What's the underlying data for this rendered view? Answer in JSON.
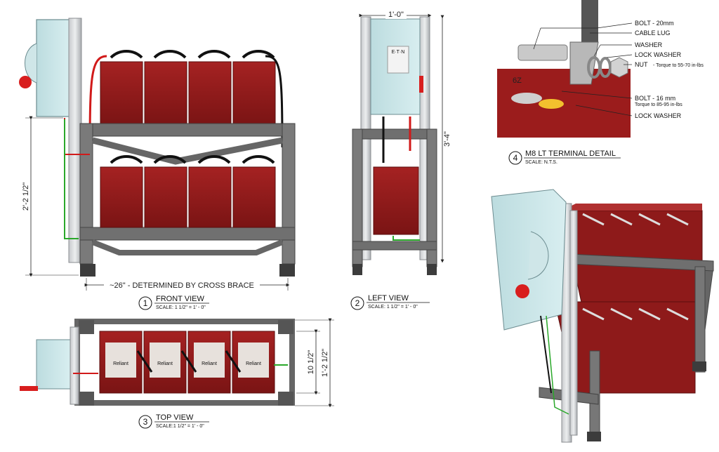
{
  "views": {
    "front": {
      "number": "1",
      "title": "FRONT VIEW",
      "scale": "SCALE: 1 1/2\" = 1' - 0\""
    },
    "left": {
      "number": "2",
      "title": "LEFT VIEW",
      "scale": "SCALE: 1 1/2\" = 1' - 0\""
    },
    "top": {
      "number": "3",
      "title": "TOP VIEW",
      "scale": "SCALE:1 1/2\" = 1' - 0\""
    },
    "detail": {
      "number": "4",
      "title": "M8 LT TERMINAL DETAIL",
      "scale": "SCALE: N.T.S."
    }
  },
  "dimensions": {
    "front_height": "2'-2 1/2\"",
    "front_width": "~26\" - DETERMINED BY CROSS BRACE",
    "left_width": "1'-0\"",
    "left_height": "3'-4\"",
    "top_inner": "10 1/2\"",
    "top_outer": "1'-2 1/2\""
  },
  "callouts": {
    "bolt_20": "BOLT - 20mm",
    "cable_lug": "CABLE LUG",
    "washer": "WASHER",
    "lock_washer_1": "LOCK WASHER",
    "nut": "NUT",
    "nut_torque": "- Torque to 55-70 in-lbs",
    "bolt_16": "BOLT - 16 mm",
    "bolt_16_torque": "Torque to 85-95 in-lbs",
    "lock_washer_2": "LOCK WASHER"
  },
  "labels": {
    "brand": "E·T·N",
    "battery_brand": "Reliant",
    "terminal_mark": "6Z"
  },
  "colors": {
    "battery": "#8e1a1a",
    "battery_dark": "#6a1010",
    "frame": "#6f6f6f",
    "frame_dark": "#4a4a4a",
    "disconnect": "#c9e4e6",
    "ground_wire": "#2aa82a",
    "positive_wire": "#d11a1a",
    "negative_wire": "#111111"
  }
}
